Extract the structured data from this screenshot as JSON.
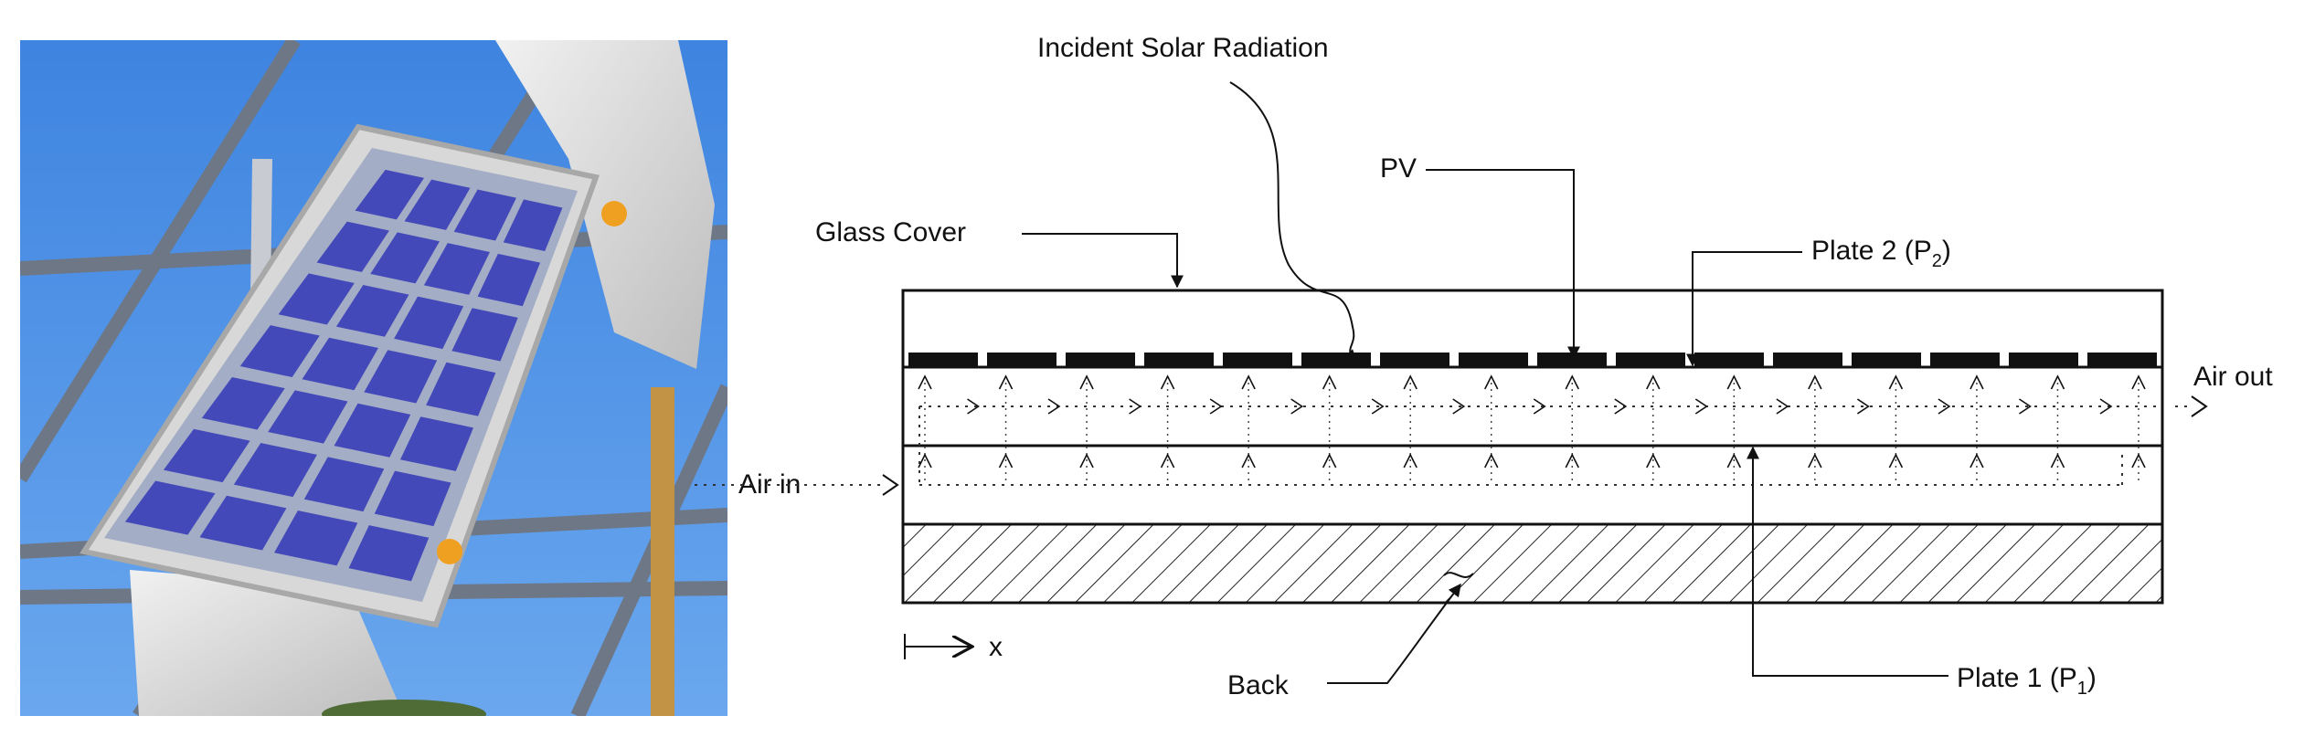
{
  "labels": {
    "incident_solar_radiation": "Incident Solar Radiation",
    "pv": "PV",
    "glass_cover": "Glass Cover",
    "plate2_main": "Plate 2 (P",
    "plate2_sub": "2",
    "plate2_close": ")",
    "air_out": "Air out",
    "air_in": "Air in",
    "back": "Back",
    "plate1_main": "Plate 1 (P",
    "plate1_sub": "1",
    "plate1_close": ")",
    "x_axis": "x"
  },
  "colors": {
    "sky": "#4a8ee6",
    "line": "#111111",
    "pv_cell": "#3a3fb8"
  }
}
